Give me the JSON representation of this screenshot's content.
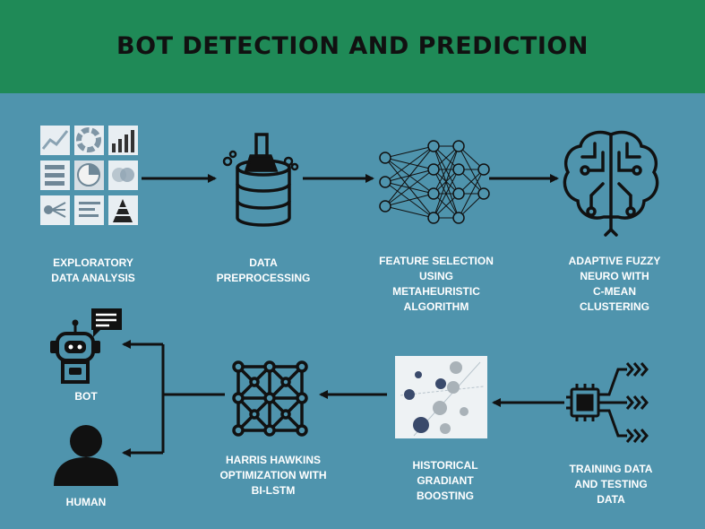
{
  "title": "BOT DETECTION AND PREDICTION",
  "colors": {
    "header": "#1f8a57",
    "background": "#4f94ad",
    "line": "#111111",
    "label": "#ffffff"
  },
  "steps": [
    {
      "label": "EXPLORATORY\nDATA ANALYSIS",
      "icon": "analytics-grid-icon"
    },
    {
      "label": "DATA\nPREPROCESSING",
      "icon": "database-cleaning-icon"
    },
    {
      "label": "FEATURE SELECTION\nUSING\nMETAHEURISTIC\nALGORITHM",
      "icon": "neural-network-icon"
    },
    {
      "label": "ADAPTIVE FUZZY\nNEURO WITH\nC-MEAN\nCLUSTERING",
      "icon": "brain-circuit-icon"
    },
    {
      "label": "TRAINING DATA\nAND TESTING\nDATA",
      "icon": "chip-data-icon"
    },
    {
      "label": "HISTORICAL\nGRADIANT\nBOOSTING",
      "icon": "scatter-plot-icon"
    },
    {
      "label": "HARRIS HAWKINS\nOPTIMIZATION WITH\nBI-LSTM",
      "icon": "network-mesh-icon"
    }
  ],
  "outcomes": [
    {
      "label": "BOT",
      "icon": "robot-icon"
    },
    {
      "label": "HUMAN",
      "icon": "person-icon"
    }
  ]
}
